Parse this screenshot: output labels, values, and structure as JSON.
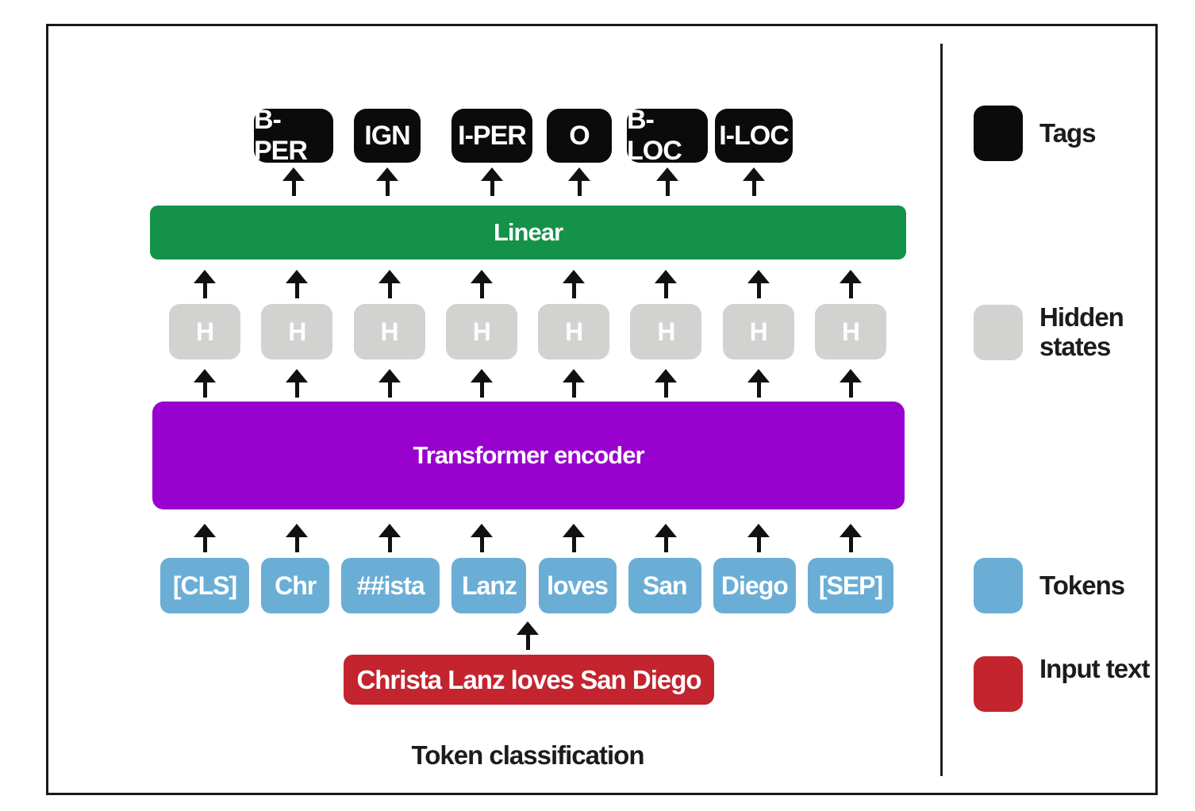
{
  "figure": {
    "caption": "Token classification",
    "tags": [
      "B-PER",
      "IGN",
      "I-PER",
      "O",
      "B-LOC",
      "I-LOC"
    ],
    "linear_label": "Linear",
    "hidden_label": "H",
    "encoder_label": "Transformer encoder",
    "tokens": [
      "[CLS]",
      "Chr",
      "##ista",
      "Lanz",
      "loves",
      "San",
      "Diego",
      "[SEP]"
    ],
    "input_text": "Christa Lanz loves San Diego",
    "legend": [
      {
        "swatch_color": "#0b0b0b",
        "label": "Tags"
      },
      {
        "swatch_color": "#d2d2d0",
        "label": "Hidden states"
      },
      {
        "swatch_color": "#6aaed6",
        "label": "Tokens"
      },
      {
        "swatch_color": "#c3242e",
        "label": "Input text"
      }
    ],
    "colors": {
      "tag_black": "#0b0b0b",
      "linear_green": "#14924a",
      "hidden_gray": "#d2d2d0",
      "encoder_purple": "#9801ce",
      "token_blue": "#6aaed6",
      "input_red": "#c3242e",
      "arrow_black": "#111111"
    }
  }
}
